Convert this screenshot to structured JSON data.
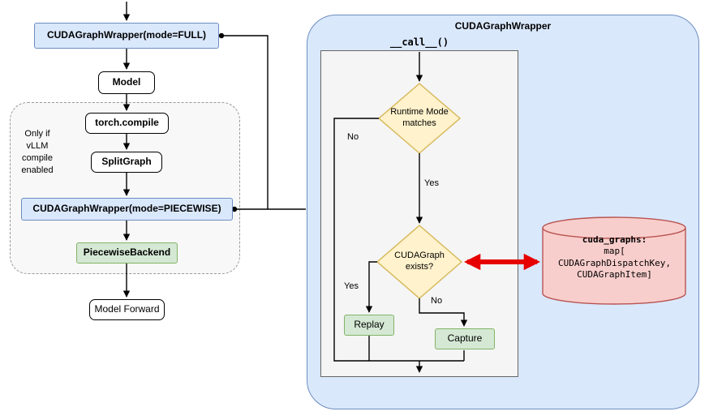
{
  "colors": {
    "node_blue_fill": "#dae8fc",
    "node_blue_stroke": "#6c8ebf",
    "node_green_fill": "#d5e8d4",
    "node_green_stroke": "#82b366",
    "diamond_fill": "#fff2cc",
    "diamond_stroke": "#d6b656",
    "datastore_fill": "#f8cecc",
    "datastore_stroke": "#b85450",
    "sync_arrow_red": "#e60000",
    "panel_fill": "#dae8fc",
    "inner_box_fill": "#f5f5f5"
  },
  "left_flow": {
    "wrapper_full": "CUDAGraphWrapper(mode=FULL)",
    "model": "Model",
    "group_note": "Only if\nvLLM\ncompile\nenabled",
    "torch_compile": "torch.compile",
    "split_graph": "SplitGraph",
    "wrapper_piecewise": "CUDAGraphWrapper(mode=PIECEWISE)",
    "piecewise_backend": "PiecewiseBackend",
    "model_forward": "Model Forward"
  },
  "panel": {
    "title": "CUDAGraphWrapper",
    "call_label": "__call__()",
    "runtime_diamond": "Runtime Mode\nmatches",
    "exists_diamond": "CUDAGraph\nexists?",
    "runtime_no": "No",
    "runtime_yes": "Yes",
    "exists_yes": "Yes",
    "exists_no": "No",
    "replay": "Replay",
    "capture": "Capture"
  },
  "datastore": {
    "title": "cuda_graphs:",
    "body": "map[\nCUDAGraphDispatchKey,\nCUDAGraphItem]"
  }
}
